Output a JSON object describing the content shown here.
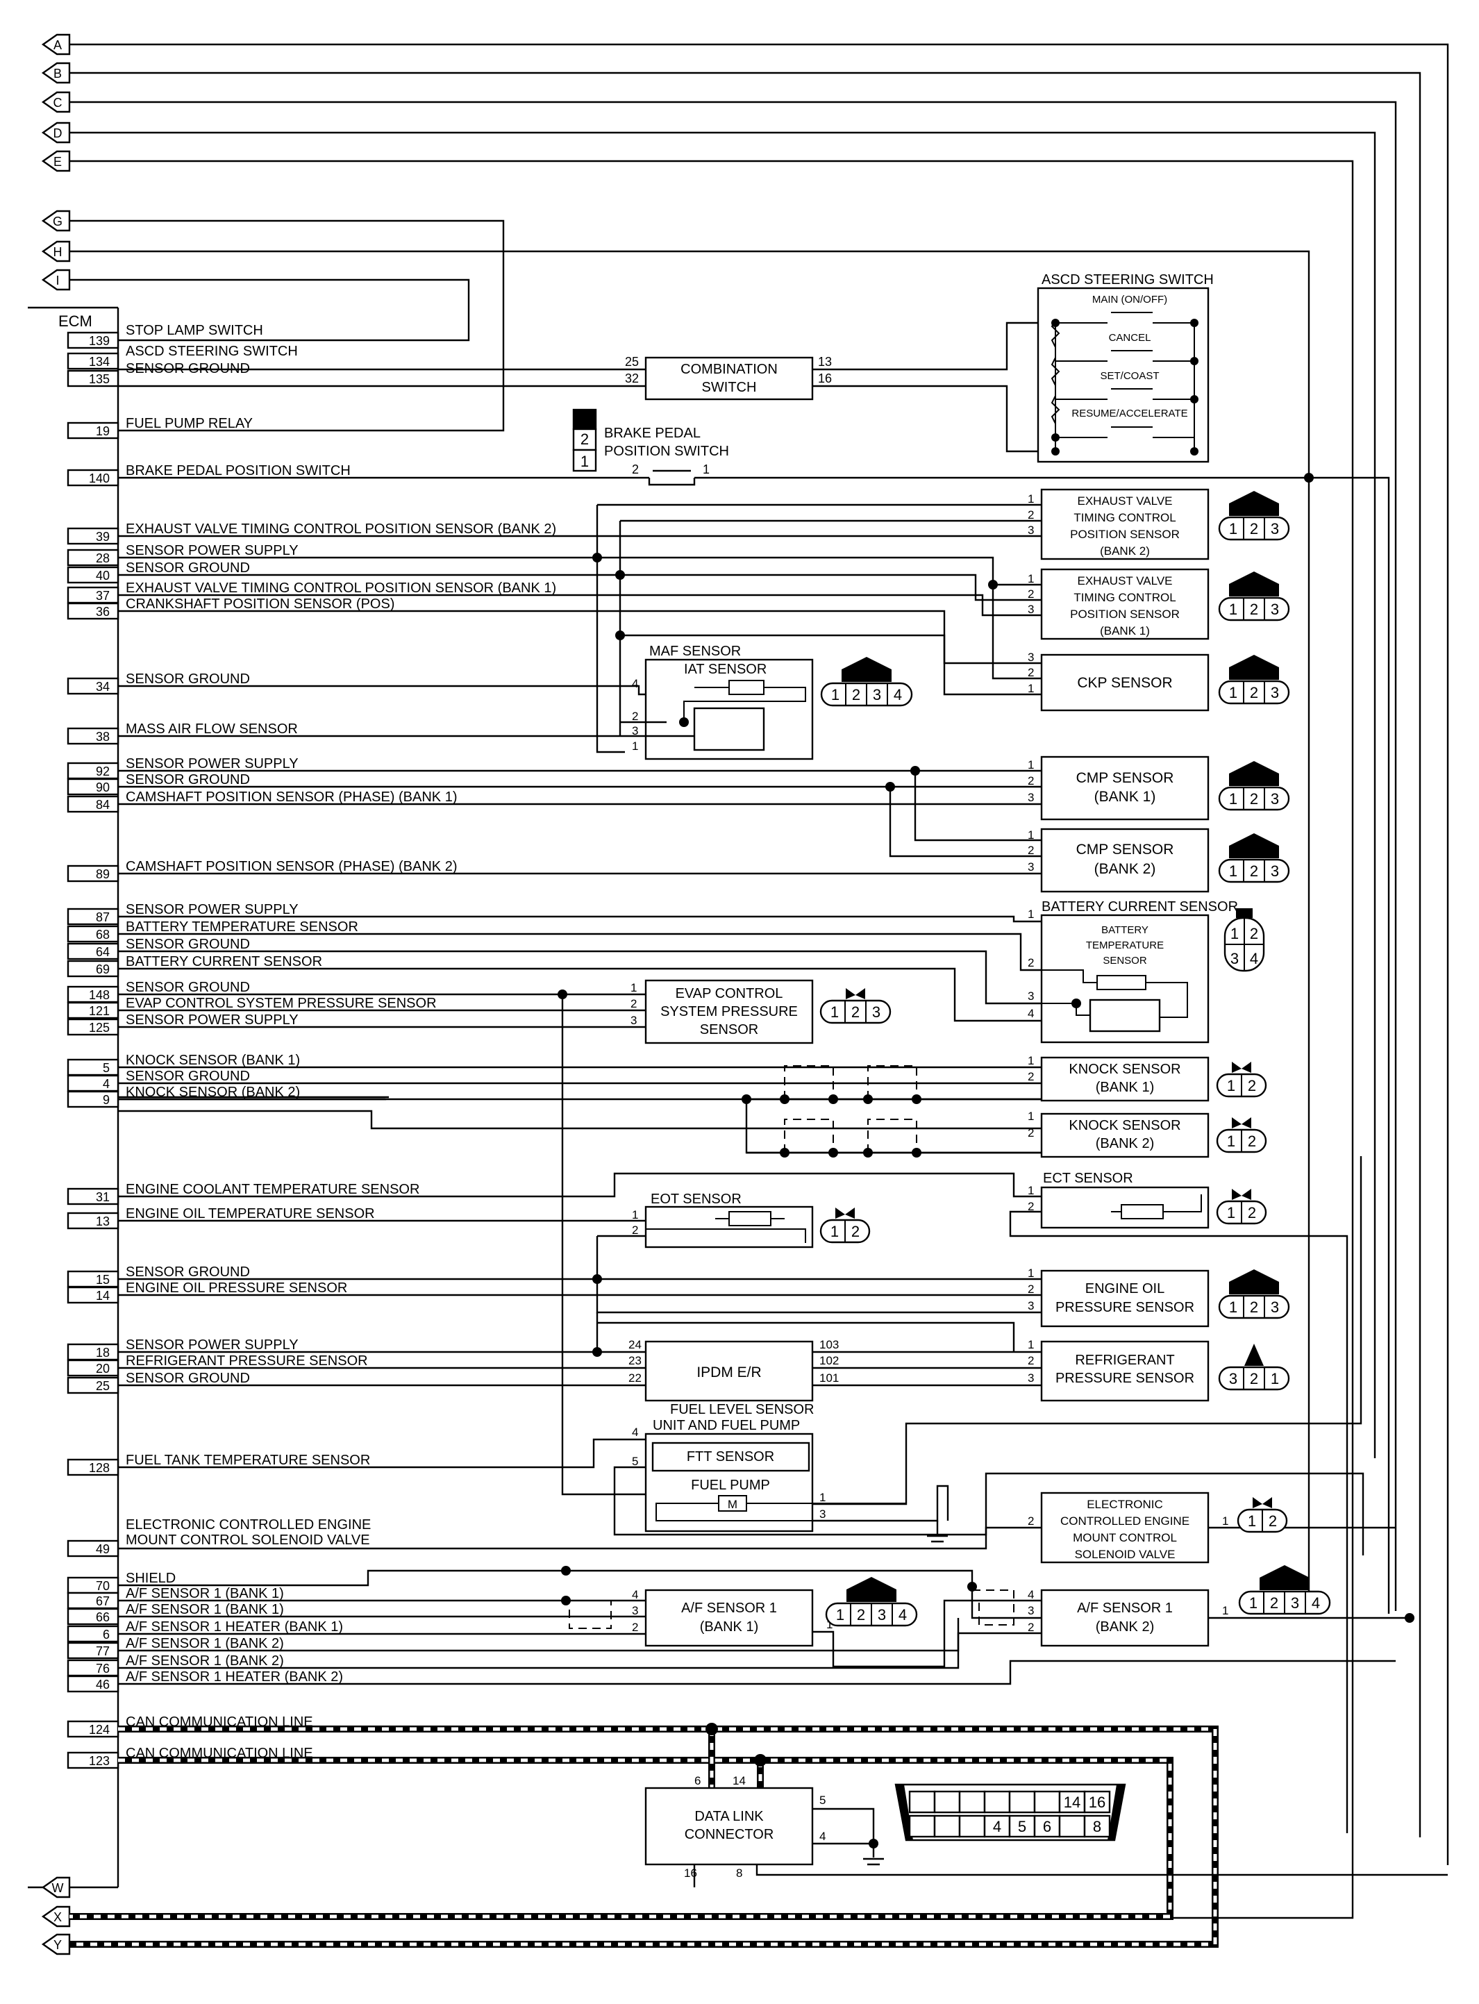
{
  "ecm": {
    "title": "ECM",
    "pins": [
      {
        "num": "139",
        "label": "STOP LAMP SWITCH"
      },
      {
        "num": "134",
        "label": "ASCD STEERING SWITCH"
      },
      {
        "num": "135",
        "label": "SENSOR GROUND"
      },
      {
        "num": "19",
        "label": "FUEL PUMP RELAY"
      },
      {
        "num": "140",
        "label": "BRAKE PEDAL POSITION SWITCH"
      },
      {
        "num": "39",
        "label": "EXHAUST VALVE TIMING CONTROL POSITION SENSOR (BANK 2)"
      },
      {
        "num": "28",
        "label": "SENSOR POWER SUPPLY"
      },
      {
        "num": "40",
        "label": "SENSOR GROUND"
      },
      {
        "num": "37",
        "label": "EXHAUST VALVE TIMING CONTROL POSITION SENSOR (BANK 1)"
      },
      {
        "num": "36",
        "label": "CRANKSHAFT POSITION SENSOR (POS)"
      },
      {
        "num": "34",
        "label": "SENSOR GROUND"
      },
      {
        "num": "38",
        "label": "MASS AIR FLOW SENSOR"
      },
      {
        "num": "92",
        "label": "SENSOR POWER SUPPLY"
      },
      {
        "num": "90",
        "label": "SENSOR GROUND"
      },
      {
        "num": "84",
        "label": "CAMSHAFT POSITION SENSOR (PHASE) (BANK 1)"
      },
      {
        "num": "89",
        "label": "CAMSHAFT POSITION SENSOR (PHASE) (BANK 2)"
      },
      {
        "num": "87",
        "label": "SENSOR POWER SUPPLY"
      },
      {
        "num": "68",
        "label": "BATTERY TEMPERATURE SENSOR"
      },
      {
        "num": "64",
        "label": "SENSOR GROUND"
      },
      {
        "num": "69",
        "label": "BATTERY CURRENT SENSOR"
      },
      {
        "num": "148",
        "label": "SENSOR GROUND"
      },
      {
        "num": "121",
        "label": "EVAP CONTROL SYSTEM PRESSURE SENSOR"
      },
      {
        "num": "125",
        "label": "SENSOR POWER SUPPLY"
      },
      {
        "num": "5",
        "label": "KNOCK SENSOR (BANK 1)"
      },
      {
        "num": "4",
        "label": "SENSOR GROUND"
      },
      {
        "num": "9",
        "label": "KNOCK SENSOR (BANK 2)"
      },
      {
        "num": "31",
        "label": "ENGINE COOLANT TEMPERATURE SENSOR"
      },
      {
        "num": "13",
        "label": "ENGINE OIL TEMPERATURE SENSOR"
      },
      {
        "num": "15",
        "label": "SENSOR GROUND"
      },
      {
        "num": "14",
        "label": "ENGINE OIL PRESSURE SENSOR"
      },
      {
        "num": "18",
        "label": "SENSOR POWER SUPPLY"
      },
      {
        "num": "20",
        "label": "REFRIGERANT PRESSURE SENSOR"
      },
      {
        "num": "25",
        "label": "SENSOR GROUND"
      },
      {
        "num": "128",
        "label": "FUEL TANK TEMPERATURE SENSOR"
      },
      {
        "num": "49",
        "label": "ELECTRONIC CONTROLLED ENGINE"
      },
      {
        "num": "70",
        "label": "SHIELD"
      },
      {
        "num": "67",
        "label": "A/F SENSOR 1 (BANK 1)"
      },
      {
        "num": "66",
        "label": "A/F SENSOR 1 (BANK 1)"
      },
      {
        "num": "6",
        "label": "A/F SENSOR 1 HEATER (BANK 1)"
      },
      {
        "num": "77",
        "label": "A/F SENSOR 1 (BANK 2)"
      },
      {
        "num": "76",
        "label": "A/F SENSOR 1 (BANK 2)"
      },
      {
        "num": "46",
        "label": "A/F SENSOR 1 HEATER (BANK 2)"
      },
      {
        "num": "124",
        "label": "CAN COMMUNICATION LINE"
      },
      {
        "num": "123",
        "label": "CAN COMMUNICATION LINE"
      }
    ],
    "extra_label": "MOUNT CONTROL SOLENOID VALVE"
  },
  "connectors": {
    "top": [
      "A",
      "B",
      "C",
      "D",
      "E",
      "G",
      "H",
      "I"
    ],
    "bottom": [
      "W",
      "X",
      "Y"
    ]
  },
  "components": {
    "combination_switch": {
      "l1": "COMBINATION",
      "l2": "SWITCH",
      "pins": [
        "25",
        "32",
        "13",
        "16"
      ]
    },
    "ascd": {
      "title": "ASCD STEERING SWITCH",
      "main": "MAIN (ON/OFF)",
      "cancel": "CANCEL",
      "set": "SET/COAST",
      "resume": "RESUME/ACCELERATE"
    },
    "brake": {
      "l1": "BRAKE PEDAL",
      "l2": "POSITION SWITCH",
      "c_top": "2",
      "c_bot": "1",
      "pin_l": "2",
      "pin_r": "1"
    },
    "evt2": {
      "l1": "EXHAUST VALVE",
      "l2": "TIMING CONTROL",
      "l3": "POSITION SENSOR",
      "l4": "(BANK 2)"
    },
    "evt1": {
      "l1": "EXHAUST VALVE",
      "l2": "TIMING CONTROL",
      "l3": "POSITION SENSOR",
      "l4": "(BANK 1)"
    },
    "ckp": "CKP SENSOR",
    "maf": {
      "title": "MAF SENSOR",
      "iat": "IAT SENSOR"
    },
    "cmp1": {
      "l1": "CMP SENSOR",
      "l2": "(BANK 1)"
    },
    "cmp2": {
      "l1": "CMP SENSOR",
      "l2": "(BANK 2)"
    },
    "battery": {
      "title": "BATTERY CURRENT SENSOR",
      "l1": "BATTERY",
      "l2": "TEMPERATURE",
      "l3": "SENSOR"
    },
    "evap": {
      "l1": "EVAP CONTROL",
      "l2": "SYSTEM PRESSURE",
      "l3": "SENSOR"
    },
    "knock1": {
      "l1": "KNOCK SENSOR",
      "l2": "(BANK 1)"
    },
    "knock2": {
      "l1": "KNOCK SENSOR",
      "l2": "(BANK 2)"
    },
    "eot": "EOT SENSOR",
    "ect": "ECT SENSOR",
    "oil": {
      "l1": "ENGINE OIL",
      "l2": "PRESSURE SENSOR"
    },
    "ipdm": {
      "title": "IPDM E/R",
      "left": [
        "24",
        "23",
        "22"
      ],
      "right": [
        "103",
        "102",
        "101"
      ]
    },
    "refrig": {
      "l1": "REFRIGERANT",
      "l2": "PRESSURE SENSOR"
    },
    "fuel": {
      "t1": "FUEL LEVEL SENSOR",
      "t2": "UNIT AND FUEL PUMP",
      "ftt": "FTT SENSOR",
      "pump": "FUEL PUMP",
      "m": "M"
    },
    "ecem": {
      "l1": "ELECTRONIC",
      "l2": "CONTROLLED ENGINE",
      "l3": "MOUNT CONTROL",
      "l4": "SOLENOID VALVE"
    },
    "af1": {
      "l1": "A/F SENSOR 1",
      "l2": "(BANK 1)"
    },
    "af2": {
      "l1": "A/F SENSOR 1",
      "l2": "(BANK 2)"
    },
    "dlc": {
      "l1": "DATA LINK",
      "l2": "CONNECTOR",
      "row1": [
        "14",
        "16"
      ],
      "row2": [
        "4",
        "5",
        "6",
        "8"
      ],
      "pins": [
        "6",
        "14",
        "5",
        "4",
        "16",
        "8"
      ]
    }
  }
}
